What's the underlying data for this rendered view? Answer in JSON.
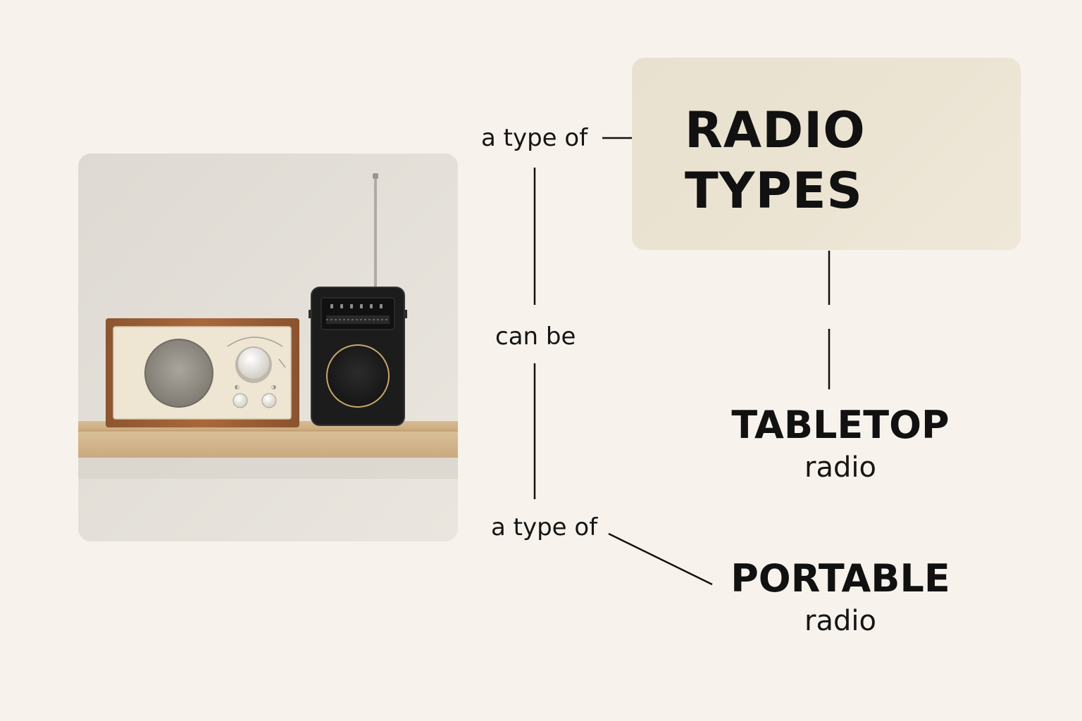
{
  "title": {
    "line1": "RADIO",
    "line2": "TYPES"
  },
  "relations": {
    "top_label": "a type of",
    "middle_label": "can be",
    "bottom_label": "a type of"
  },
  "nodes": [
    {
      "name": "TABLETOP",
      "sub": "radio"
    },
    {
      "name": "PORTABLE",
      "sub": "radio"
    }
  ],
  "colors": {
    "background": "#f7f3ec",
    "title_box": "#ebe3d2",
    "line": "#111111"
  }
}
